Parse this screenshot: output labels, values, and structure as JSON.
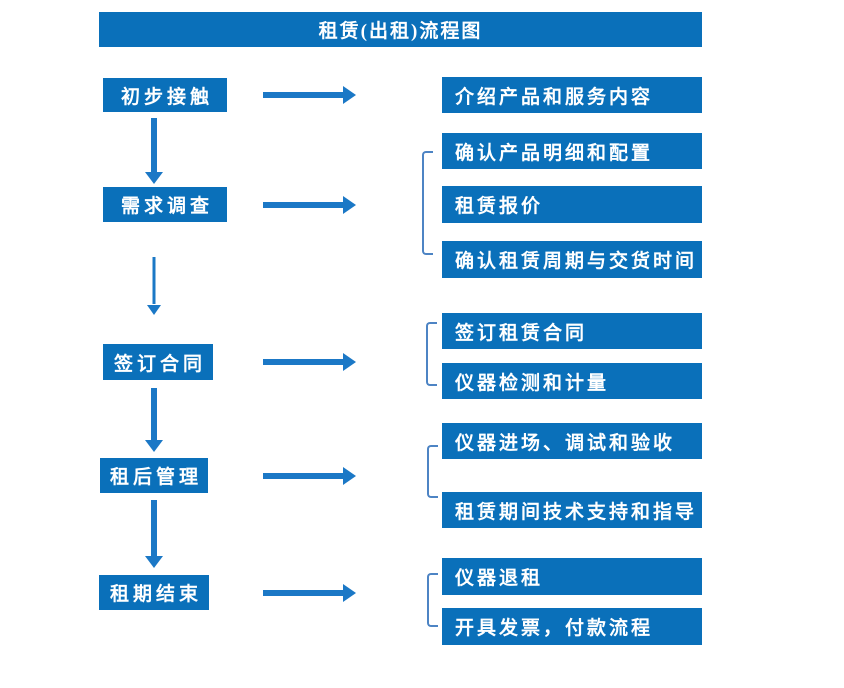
{
  "title": "租赁(出租)流程图",
  "colors": {
    "primary": "#0a70ba",
    "arrow": "#1b78c6",
    "bracket": "#4d84c4",
    "text": "#ffffff",
    "background": "#ffffff"
  },
  "steps": [
    {
      "label": "初步接触",
      "details": [
        "介绍产品和服务内容"
      ]
    },
    {
      "label": "需求调查",
      "details": [
        "确认产品明细和配置",
        "租赁报价",
        "确认租赁周期与交货时间"
      ]
    },
    {
      "label": "签订合同",
      "details": [
        "签订租赁合同",
        "仪器检测和计量"
      ]
    },
    {
      "label": "租后管理",
      "details": [
        "仪器进场、调试和验收",
        "租赁期间技术支持和指导"
      ]
    },
    {
      "label": "租期结束",
      "details": [
        "仪器退租",
        "开具发票，付款流程"
      ]
    }
  ]
}
